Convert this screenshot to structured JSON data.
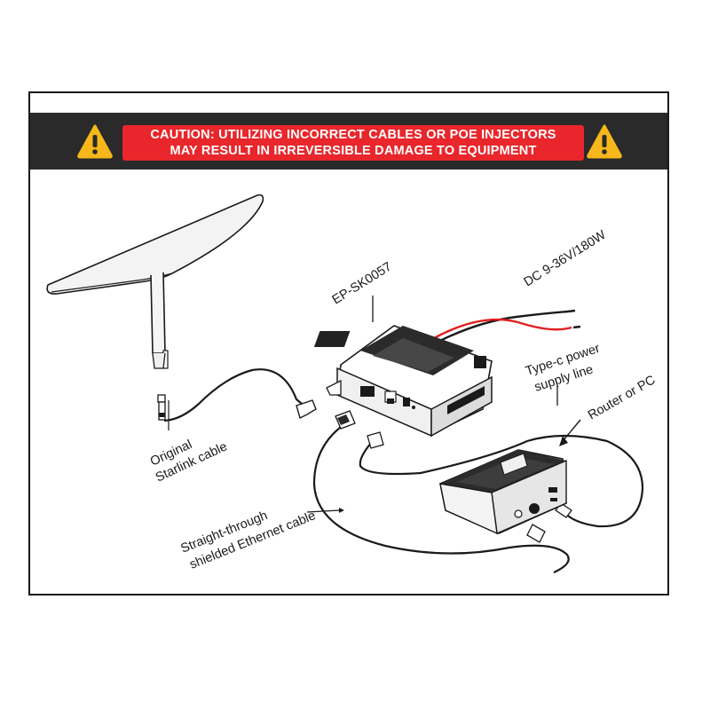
{
  "banner": {
    "caution_line1": "CAUTION: UTILIZING INCORRECT CABLES OR POE INJECTORS",
    "caution_line2": "MAY RESULT IN IRREVERSIBLE DAMAGE TO EQUIPMENT",
    "banner_color": "#2a2a2a",
    "caution_color": "#e8262b",
    "warning_icon_color": "#f5b71a"
  },
  "labels": {
    "model": "EP-SK0057",
    "dc_input": "DC 9-36V/180W",
    "type_c_line1": "Type-c power",
    "type_c_line2": "supply line",
    "router": "Router or PC",
    "starlink_line1": "Original",
    "starlink_line2": "Starlink cable",
    "ethernet_line1": "Straight-through",
    "ethernet_line2": "shielded Ethernet cable"
  },
  "colors": {
    "dc_positive_wire": "#e0201f",
    "dc_negative_wire": "#1a1a1a"
  }
}
